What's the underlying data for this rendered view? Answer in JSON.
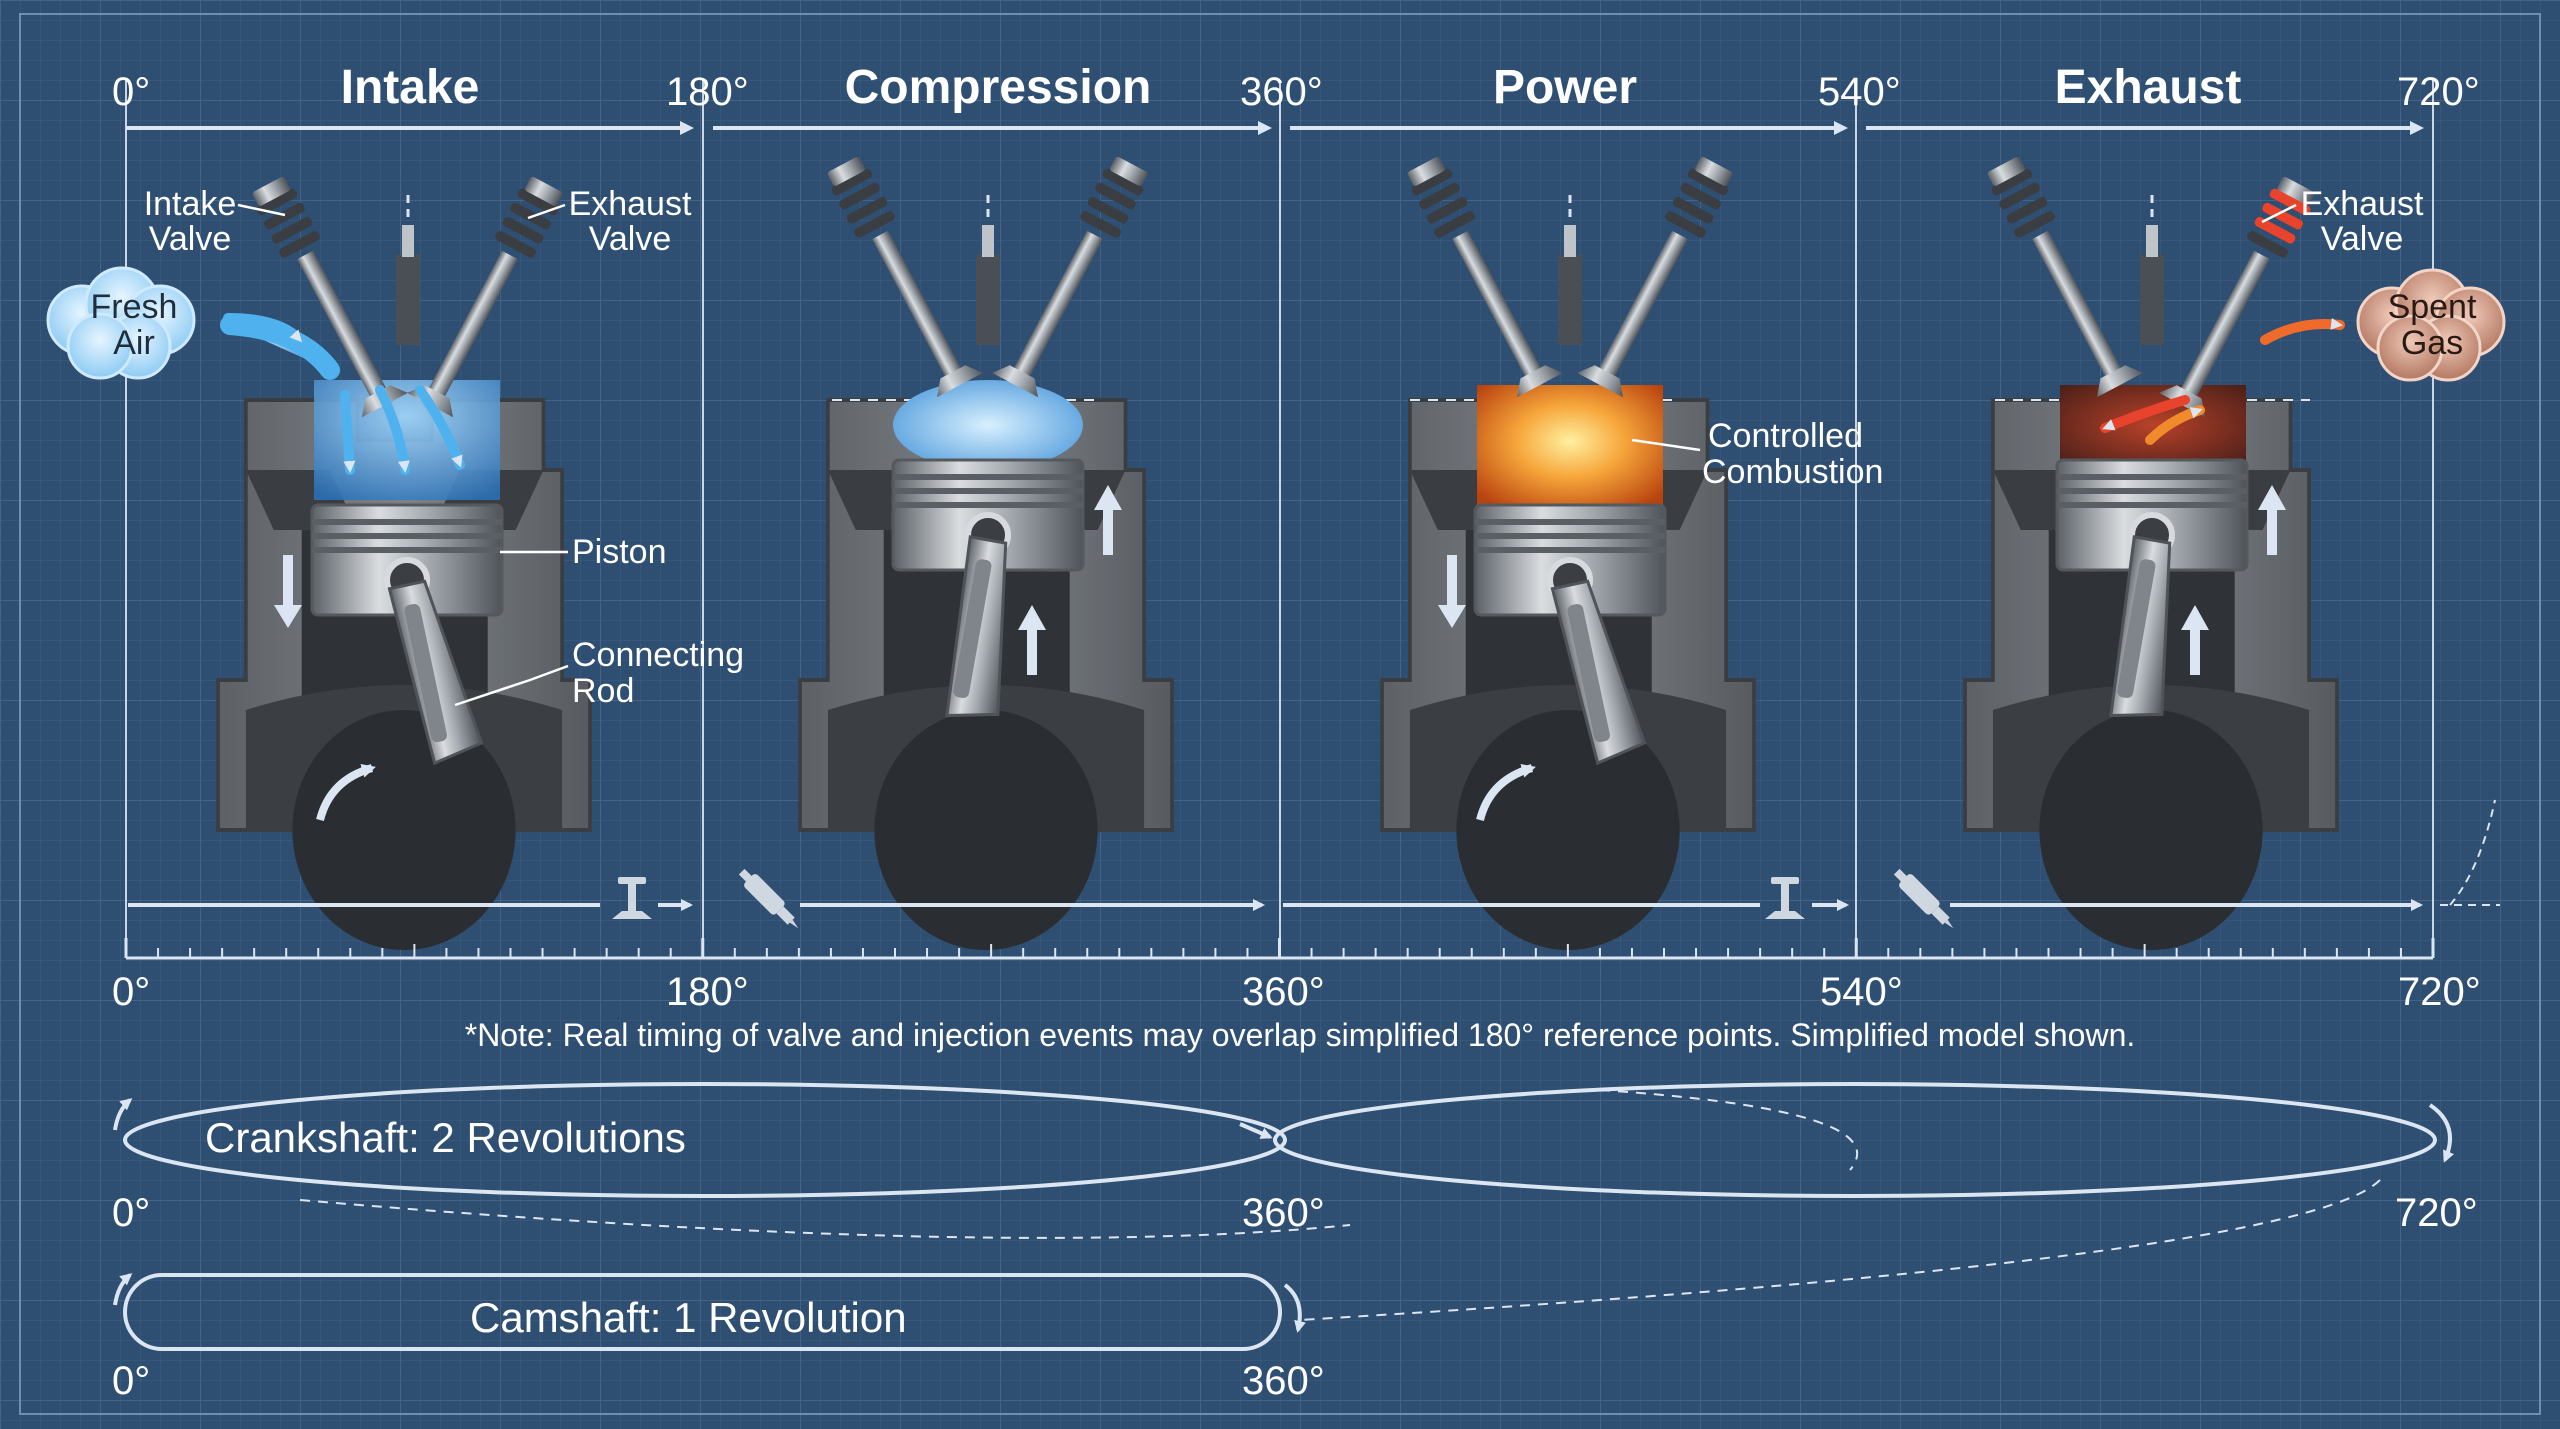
{
  "colors": {
    "background": "#2f4f72",
    "grid": "#4a6a8e",
    "line": "#dbe6f2",
    "text": "#ffffff",
    "metal": "#8f969c",
    "fresh_air": "#4fb2ee",
    "flame": "#f08a2a",
    "exhaust_red": "#e8432c"
  },
  "strokes": [
    {
      "name": "Intake",
      "start": "0°",
      "end": "180°"
    },
    {
      "name": "Compression",
      "start": "180°",
      "end": "360°"
    },
    {
      "name": "Power",
      "start": "360°",
      "end": "540°"
    },
    {
      "name": "Exhaust",
      "start": "540°",
      "end": "720°"
    }
  ],
  "axis_degrees": [
    "0°",
    "180°",
    "360°",
    "540°",
    "720°"
  ],
  "labels": {
    "intake_valve": [
      "Intake",
      "Valve"
    ],
    "exhaust_valve_1": [
      "Exhaust",
      "Valve"
    ],
    "fresh_air": [
      "Fresh",
      "Air"
    ],
    "piston": "Piston",
    "connecting_rod": [
      "Connecting",
      "Rod"
    ],
    "controlled_combustion": [
      "Controlled",
      "Combustion"
    ],
    "exhaust_valve_2": [
      "Exhaust",
      "Valve"
    ],
    "spent_gas": [
      "Spent",
      "Gas"
    ]
  },
  "note": "*Note: Real timing of valve and injection events may overlap simplified 180° reference points. Simplified model shown.",
  "crankshaft": {
    "label": "Crankshaft: 2 Revolutions",
    "start": "0°",
    "mid": "360°",
    "end": "720°"
  },
  "camshaft": {
    "label": "Camshaft: 1 Revolution",
    "start": "0°",
    "end": "360°"
  },
  "icons": [
    "valve-icon",
    "injector-icon",
    "curved-arrow-icon",
    "cloud-icon"
  ]
}
